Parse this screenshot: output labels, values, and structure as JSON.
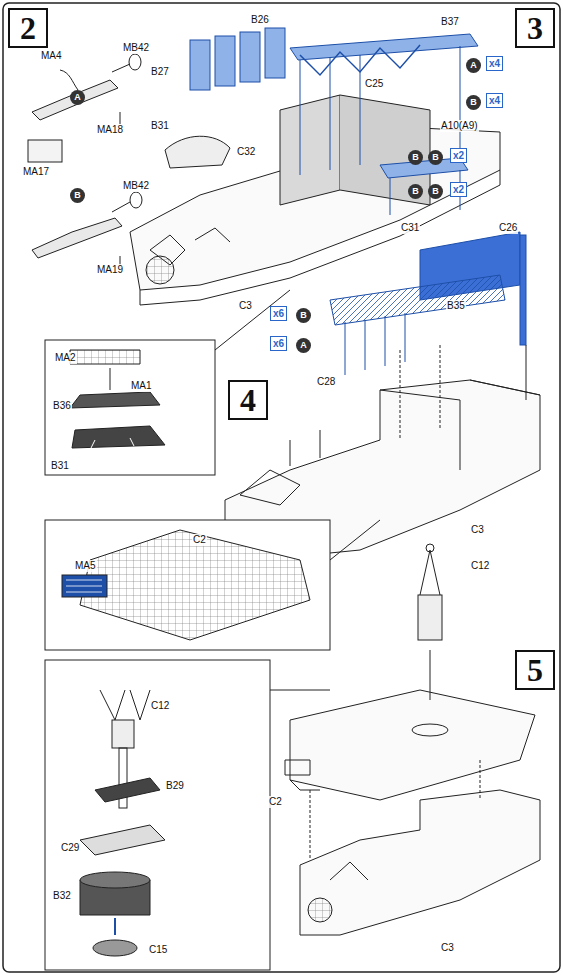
{
  "diagram": {
    "nodes": [
      {
        "text": [
          "2"
        ]
      },
      {
        "text": [
          "3"
        ]
      },
      {
        "text": [
          "4"
        ]
      },
      {
        "text": [
          "5"
        ]
      }
    ],
    "labels": [
      "MA4",
      "MB42",
      "A",
      "MA18",
      "MA17",
      "B",
      "MB42",
      "MA19",
      "B26",
      "B37",
      "A",
      "x4",
      "B",
      "x4",
      "B27",
      "B31",
      "C32",
      "C25",
      "A10(A9)",
      "B",
      "B",
      "x2",
      "B",
      "B",
      "x2",
      "C31",
      "C3",
      "B35",
      "C26",
      "x6",
      "B",
      "x6",
      "A",
      "C28",
      "MA2",
      "MA1",
      "B36",
      "B31",
      "C3",
      "MA5",
      "C2",
      "C12",
      "C12",
      "C2",
      "C3",
      "B29",
      "C29",
      "B32",
      "C15"
    ]
  }
}
